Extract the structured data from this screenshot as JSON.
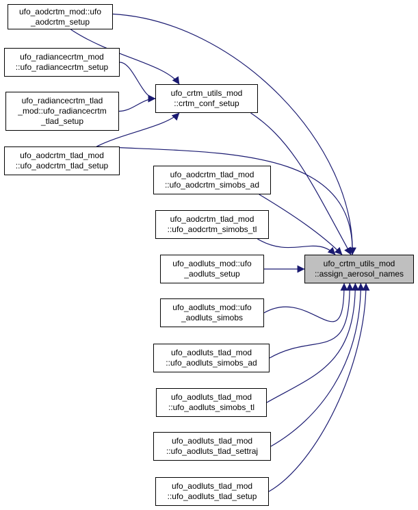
{
  "graph": {
    "colors": {
      "edge": "#191970",
      "node_border": "#000000",
      "target_fill": "#bfbfbf"
    },
    "target": {
      "id": "assign_aerosol_names",
      "lines": [
        "ufo_crtm_utils_mod",
        "::assign_aerosol_names"
      ]
    },
    "intermediate": {
      "id": "crtm_conf_setup",
      "lines": [
        "ufo_crtm_utils_mod",
        "::crtm_conf_setup"
      ]
    },
    "callers": [
      {
        "id": "ufo_aodcrtm_setup",
        "lines": [
          "ufo_aodcrtm_mod::ufo",
          "_aodcrtm_setup"
        ]
      },
      {
        "id": "ufo_radiancecrtm_setup",
        "lines": [
          "ufo_radiancecrtm_mod",
          "::ufo_radiancecrtm_setup"
        ]
      },
      {
        "id": "ufo_radiancecrtm_tlad_setup",
        "lines": [
          "ufo_radiancecrtm_tlad",
          "_mod::ufo_radiancecrtm",
          "_tlad_setup"
        ]
      },
      {
        "id": "ufo_aodcrtm_tlad_setup",
        "lines": [
          "ufo_aodcrtm_tlad_mod",
          "::ufo_aodcrtm_tlad_setup"
        ]
      },
      {
        "id": "ufo_aodcrtm_simobs_ad",
        "lines": [
          "ufo_aodcrtm_tlad_mod",
          "::ufo_aodcrtm_simobs_ad"
        ]
      },
      {
        "id": "ufo_aodcrtm_simobs_tl",
        "lines": [
          "ufo_aodcrtm_tlad_mod",
          "::ufo_aodcrtm_simobs_tl"
        ]
      },
      {
        "id": "ufo_aodluts_setup",
        "lines": [
          "ufo_aodluts_mod::ufo",
          "_aodluts_setup"
        ]
      },
      {
        "id": "ufo_aodluts_simobs",
        "lines": [
          "ufo_aodluts_mod::ufo",
          "_aodluts_simobs"
        ]
      },
      {
        "id": "ufo_aodluts_simobs_ad",
        "lines": [
          "ufo_aodluts_tlad_mod",
          "::ufo_aodluts_simobs_ad"
        ]
      },
      {
        "id": "ufo_aodluts_simobs_tl",
        "lines": [
          "ufo_aodluts_tlad_mod",
          "::ufo_aodluts_simobs_tl"
        ]
      },
      {
        "id": "ufo_aodluts_tlad_settraj",
        "lines": [
          "ufo_aodluts_tlad_mod",
          "::ufo_aodluts_tlad_settraj"
        ]
      },
      {
        "id": "ufo_aodluts_tlad_setup",
        "lines": [
          "ufo_aodluts_tlad_mod",
          "::ufo_aodluts_tlad_setup"
        ]
      }
    ],
    "edges": [
      {
        "from": "ufo_aodcrtm_setup",
        "to": "assign_aerosol_names"
      },
      {
        "from": "ufo_aodcrtm_setup",
        "to": "crtm_conf_setup"
      },
      {
        "from": "ufo_radiancecrtm_setup",
        "to": "crtm_conf_setup"
      },
      {
        "from": "ufo_radiancecrtm_tlad_setup",
        "to": "crtm_conf_setup"
      },
      {
        "from": "ufo_aodcrtm_tlad_setup",
        "to": "crtm_conf_setup"
      },
      {
        "from": "ufo_aodcrtm_tlad_setup",
        "to": "assign_aerosol_names"
      },
      {
        "from": "crtm_conf_setup",
        "to": "assign_aerosol_names"
      },
      {
        "from": "ufo_aodcrtm_simobs_ad",
        "to": "assign_aerosol_names"
      },
      {
        "from": "ufo_aodcrtm_simobs_tl",
        "to": "assign_aerosol_names"
      },
      {
        "from": "ufo_aodluts_setup",
        "to": "assign_aerosol_names"
      },
      {
        "from": "ufo_aodluts_simobs",
        "to": "assign_aerosol_names"
      },
      {
        "from": "ufo_aodluts_simobs_ad",
        "to": "assign_aerosol_names"
      },
      {
        "from": "ufo_aodluts_simobs_tl",
        "to": "assign_aerosol_names"
      },
      {
        "from": "ufo_aodluts_tlad_settraj",
        "to": "assign_aerosol_names"
      },
      {
        "from": "ufo_aodluts_tlad_setup",
        "to": "assign_aerosol_names"
      }
    ]
  }
}
